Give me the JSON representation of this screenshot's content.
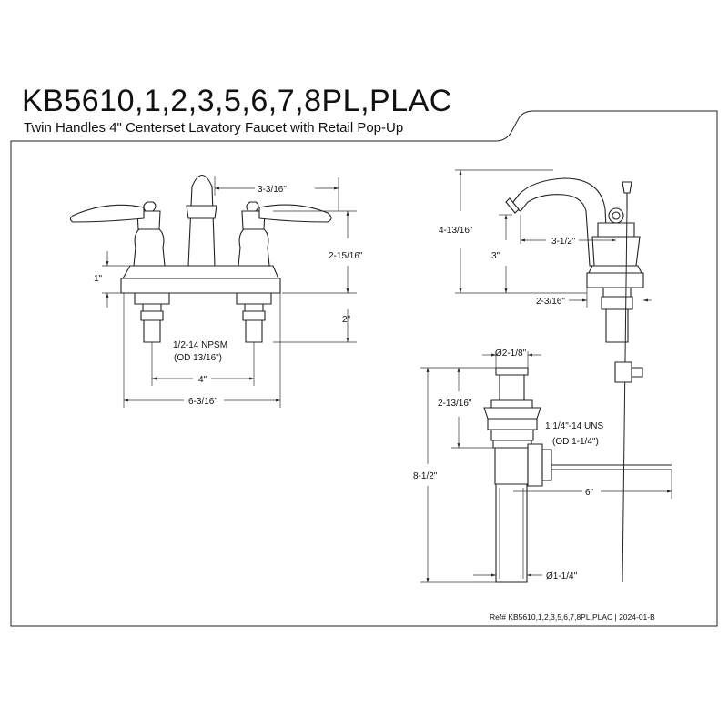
{
  "title": "KB5610,1,2,3,5,6,7,8PL,PLAC",
  "subtitle": "Twin Handles 4\" Centerset Lavatory Faucet with Retail Pop-Up",
  "reference": "Ref# KB5610,1,2,3,5,6,7,8PL,PLAC | 2024-01-B",
  "front_view": {
    "dims": {
      "spout_offset": "3-3/16\"",
      "handle_height": "2-15/16\"",
      "base_height": "1\"",
      "shank_length": "2\"",
      "thread_spec": "1/2-14 NPSM",
      "thread_od": "(OD 13/16\")",
      "center_spacing": "4\"",
      "overall_width": "6-3/16\""
    }
  },
  "side_view": {
    "dims": {
      "overall_height": "4-13/16\"",
      "spout_reach": "3-1/2\"",
      "spout_height": "3\"",
      "base_depth": "2-3/16\""
    }
  },
  "drain_view": {
    "dims": {
      "flange_diameter": "Ø2-1/8\"",
      "flange_height": "2-13/16\"",
      "nut_thread": "1 1/4\"-14 UNS",
      "nut_od": "(OD 1-1/4\")",
      "overall_length": "8-1/2\"",
      "lift_rod": "6\"",
      "tail_diameter": "Ø1-1/4\""
    }
  }
}
